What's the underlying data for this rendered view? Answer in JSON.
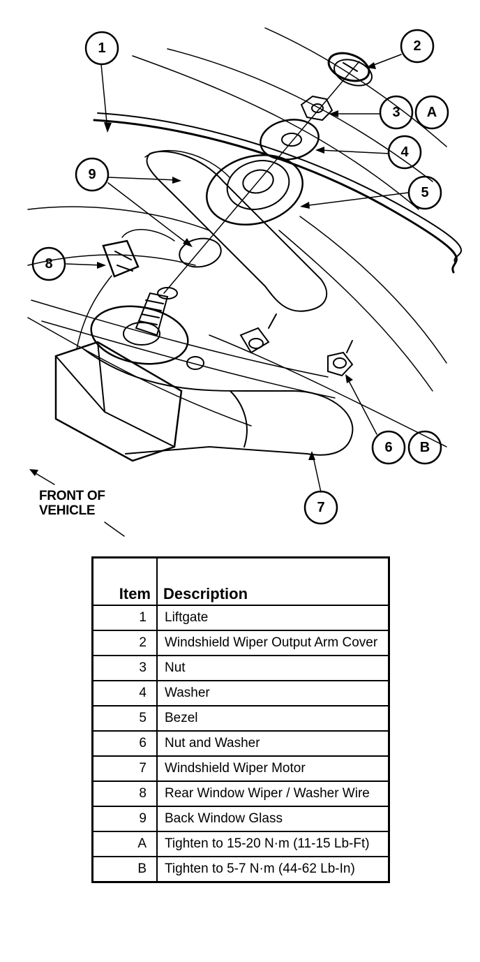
{
  "callouts": {
    "c1": "1",
    "c2": "2",
    "c3": "3",
    "cA": "A",
    "c4": "4",
    "c5": "5",
    "c9": "9",
    "c8": "8",
    "c6": "6",
    "cB": "B",
    "c7": "7"
  },
  "front_label": {
    "line1": "FRONT OF",
    "line2": "VEHICLE"
  },
  "legend": {
    "header_item": "Item",
    "header_desc": "Description",
    "rows": [
      {
        "item": "1",
        "desc": "Liftgate"
      },
      {
        "item": "2",
        "desc": "Windshield Wiper Output Arm Cover"
      },
      {
        "item": "3",
        "desc": "Nut"
      },
      {
        "item": "4",
        "desc": "Washer"
      },
      {
        "item": "5",
        "desc": "Bezel"
      },
      {
        "item": "6",
        "desc": "Nut and Washer"
      },
      {
        "item": "7",
        "desc": "Windshield Wiper Motor"
      },
      {
        "item": "8",
        "desc": "Rear Window Wiper / Washer Wire"
      },
      {
        "item": "9",
        "desc": "Back Window Glass"
      },
      {
        "item": "A",
        "desc": "Tighten to 15-20 N·m (11-15 Lb-Ft)"
      },
      {
        "item": "B",
        "desc": "Tighten to 5-7 N·m (44-62 Lb-In)"
      }
    ]
  }
}
